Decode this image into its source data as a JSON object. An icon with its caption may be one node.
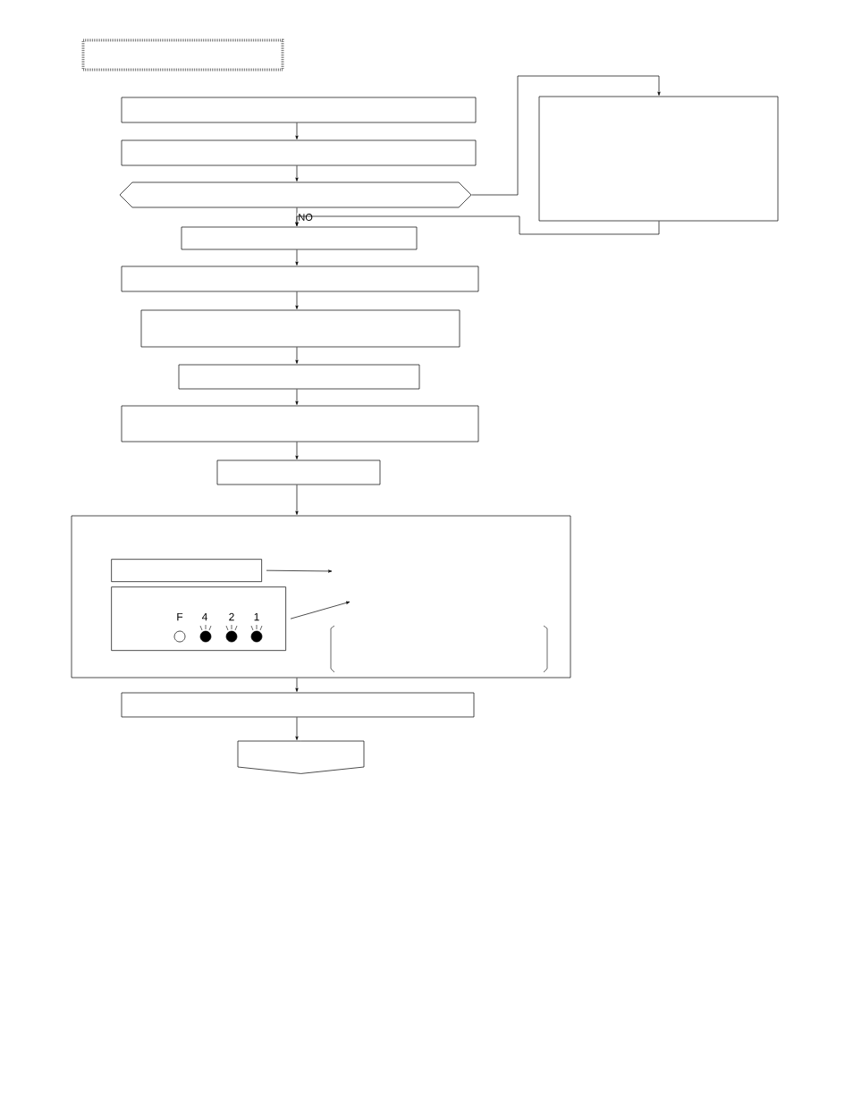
{
  "diagram": {
    "nodes": [
      {
        "text": [],
        "shape": "box"
      },
      {
        "text": [],
        "shape": "box"
      },
      {
        "text": [],
        "shape": "box"
      },
      {
        "text": [],
        "shape": "hexagon"
      },
      {
        "text": [],
        "shape": "box"
      },
      {
        "text": [],
        "shape": "box"
      },
      {
        "text": [],
        "shape": "box"
      },
      {
        "text": [],
        "shape": "box"
      },
      {
        "text": [],
        "shape": "box"
      },
      {
        "text": [],
        "shape": "box"
      },
      {
        "text": [],
        "shape": "box"
      },
      {
        "text": [],
        "shape": "box",
        "in": 10
      },
      {
        "text": [
          "F",
          "4",
          "2",
          "1"
        ],
        "in": 10
      },
      {
        "text": [],
        "shape": "box"
      },
      {
        "text": [],
        "shape": "pentagon"
      },
      {
        "text": [],
        "shape": "box"
      }
    ],
    "edges": [
      {
        "from": 1,
        "to": 2,
        "arrow": "to"
      },
      {
        "from": 2,
        "to": 3,
        "arrow": "to"
      },
      {
        "from": 3,
        "to": 4,
        "arrow": "to",
        "label": "NO"
      },
      {
        "from": 3,
        "to": 15,
        "arrow": "to"
      },
      {
        "from": 15,
        "to": 4,
        "arrow": "to"
      },
      {
        "from": 4,
        "to": 5,
        "arrow": "to"
      },
      {
        "from": 5,
        "to": 6,
        "arrow": "to"
      },
      {
        "from": 6,
        "to": 7,
        "arrow": "to"
      },
      {
        "from": 7,
        "to": 8,
        "arrow": "to"
      },
      {
        "from": 8,
        "to": 9,
        "arrow": "to"
      },
      {
        "from": 9,
        "to": 10,
        "arrow": "to"
      },
      {
        "from": 11,
        "to": null,
        "arrow": "to"
      },
      {
        "from": 12,
        "to": null,
        "arrow": "to"
      },
      {
        "from": 10,
        "to": 13,
        "arrow": "to"
      },
      {
        "from": 13,
        "to": 14,
        "arrow": "to"
      }
    ]
  }
}
